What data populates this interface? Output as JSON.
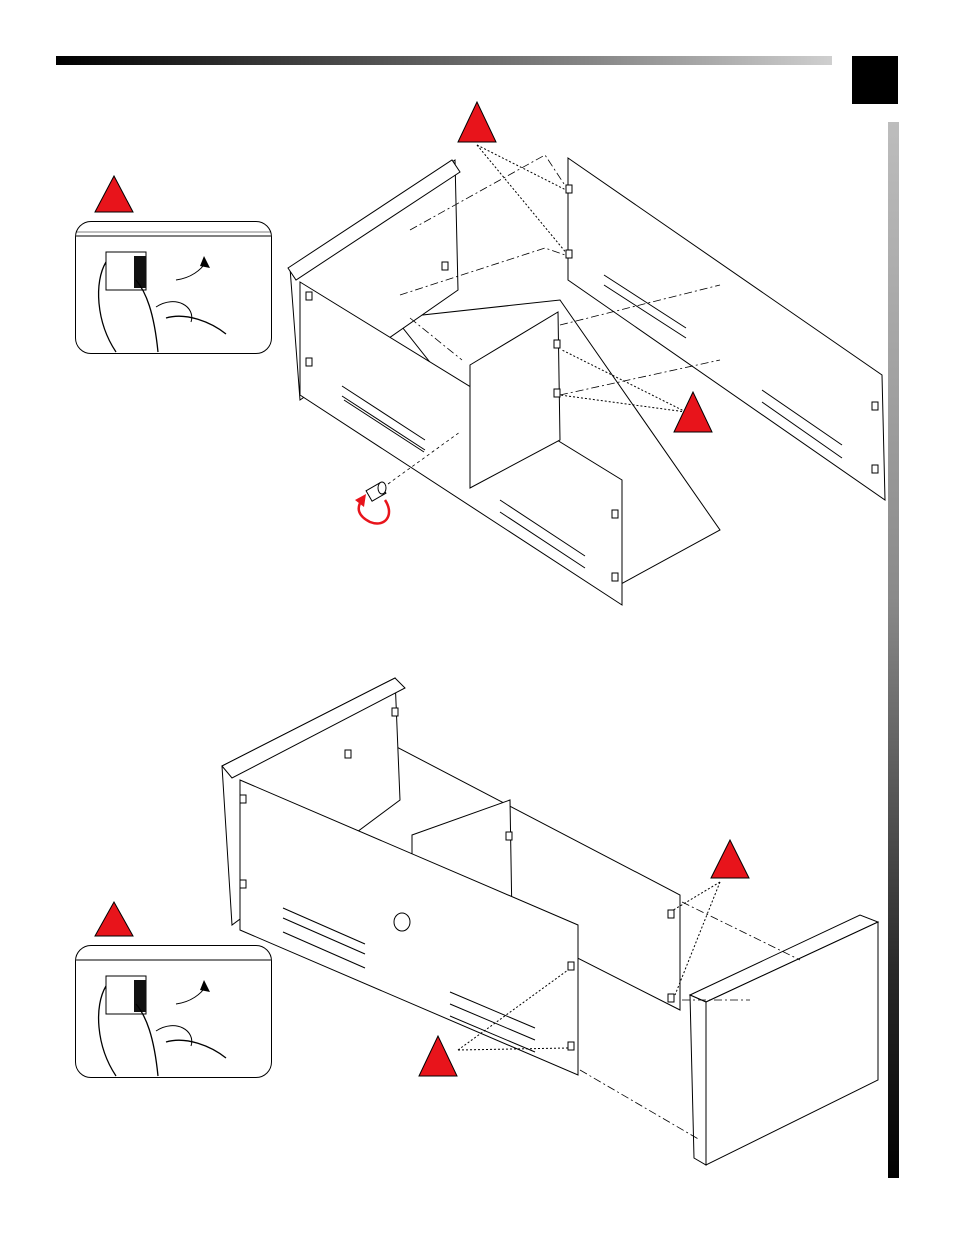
{
  "page": {
    "header_bar": "gradient",
    "step_marker_color": "#000000"
  },
  "colors": {
    "warning": "#e8141b",
    "line": "#000000",
    "panel": "#ffffff"
  },
  "icons": {
    "warning": "warning-triangle-icon",
    "rotate": "rotate-arrow-icon",
    "cam_lock": "cam-lock-icon"
  },
  "steps": [
    {
      "id": "step-top",
      "warning_count": 3,
      "inset": "hand-turning-cam-lock"
    },
    {
      "id": "step-bottom",
      "warning_count": 3,
      "inset": "hand-turning-cam-lock"
    }
  ]
}
